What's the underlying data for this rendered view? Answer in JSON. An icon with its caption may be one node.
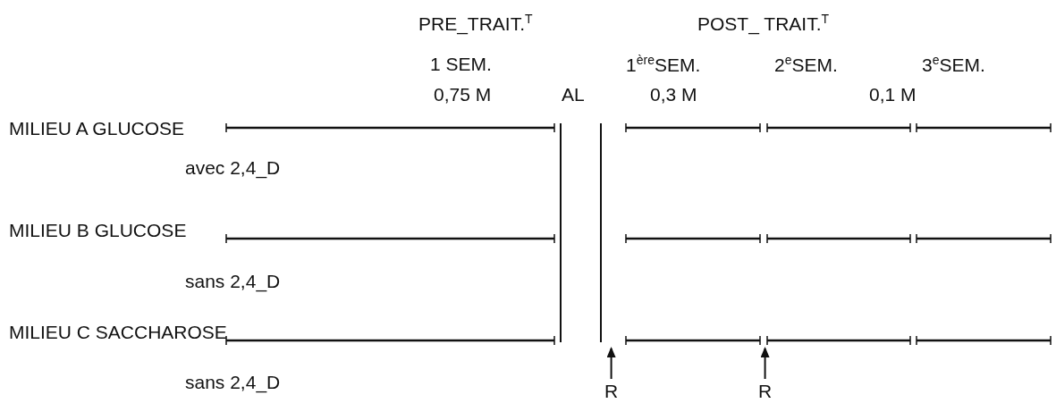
{
  "diagram": {
    "nodes": [
      {
        "text": [
          "R"
        ]
      },
      {
        "text": [
          "R"
        ]
      }
    ],
    "edges": [
      {
        "from": 0,
        "to": null,
        "arrow": "to"
      },
      {
        "from": 1,
        "to": null,
        "arrow": "to"
      }
    ],
    "labels": [
      "PRE_TRAIT.$^{T}$",
      "POST_ TRAIT.$^{T}$",
      "1 SEM.",
      "1$^{ère}$SEM.",
      "2$^{e}$SEM.",
      "3$^{e}$SEM.",
      "MILIEU A GLUCOSE",
      "0,75 M",
      "AL",
      "0,3 M",
      "0,1 M",
      "avec 2,4_D",
      "MILIEU B GLUCOSE",
      "sans 2,4_D",
      "MILIEU C SACCHAROSE",
      "sans 2,4_D"
    ]
  }
}
